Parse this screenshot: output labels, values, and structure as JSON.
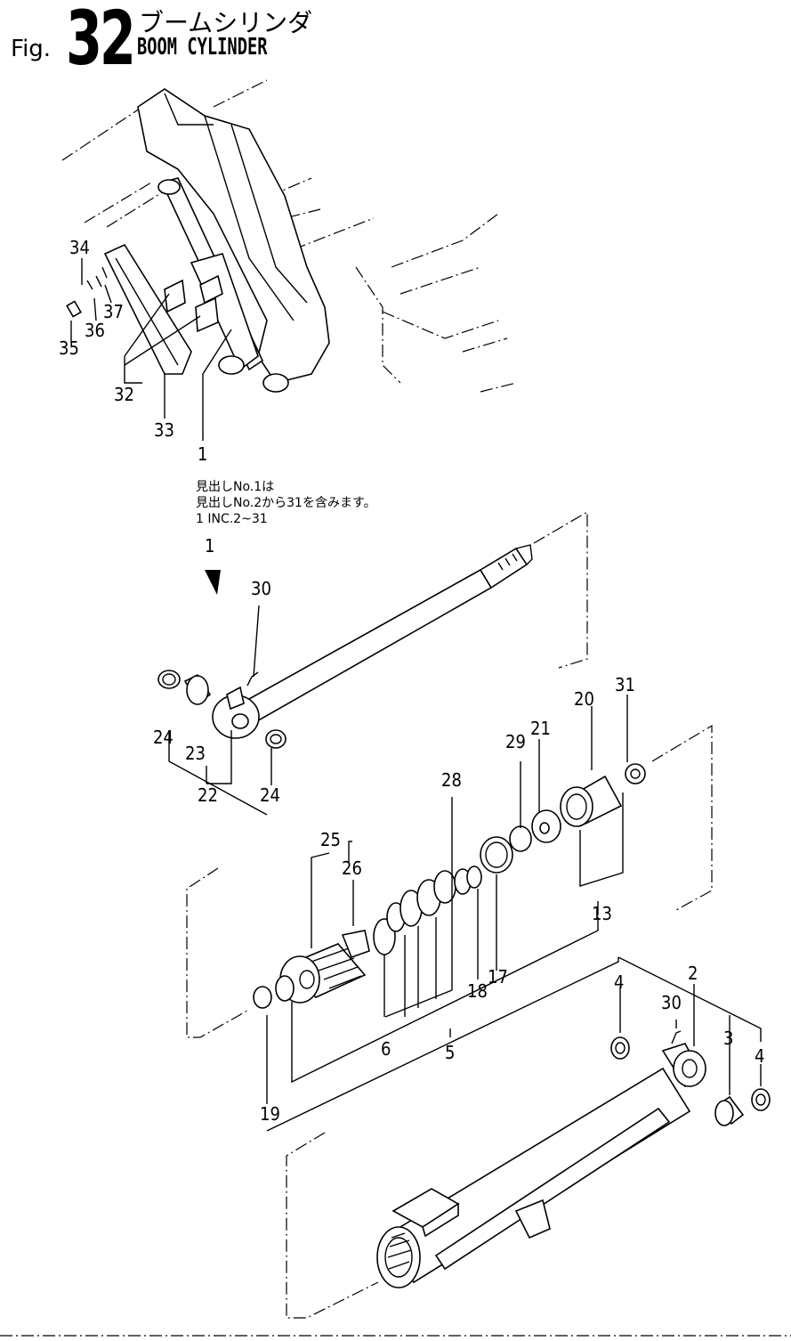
{
  "header": {
    "fig_prefix": "Fig.",
    "fig_number": "32",
    "title_jp": "ブームシリンダ",
    "title_en": "BOOM CYLINDER"
  },
  "note": {
    "line1": "見出しNo.1は",
    "line2": "見出しNo.2から31を含みます。",
    "line3": "1 INC.2~31"
  },
  "callouts": {
    "c1a": "1",
    "c1b": "1",
    "c2": "2",
    "c3": "3",
    "c4a": "4",
    "c4b": "4",
    "c5": "5",
    "c6": "6",
    "c13": "13",
    "c17": "17",
    "c18": "18",
    "c19": "19",
    "c20": "20",
    "c21": "21",
    "c22": "22",
    "c23": "23",
    "c24a": "24",
    "c24b": "24",
    "c25": "25",
    "c26": "26",
    "c28": "28",
    "c29": "29",
    "c30a": "30",
    "c30b": "30",
    "c31": "31",
    "c32": "32",
    "c33": "33",
    "c34": "34",
    "c35": "35",
    "c36": "36",
    "c37": "37"
  }
}
